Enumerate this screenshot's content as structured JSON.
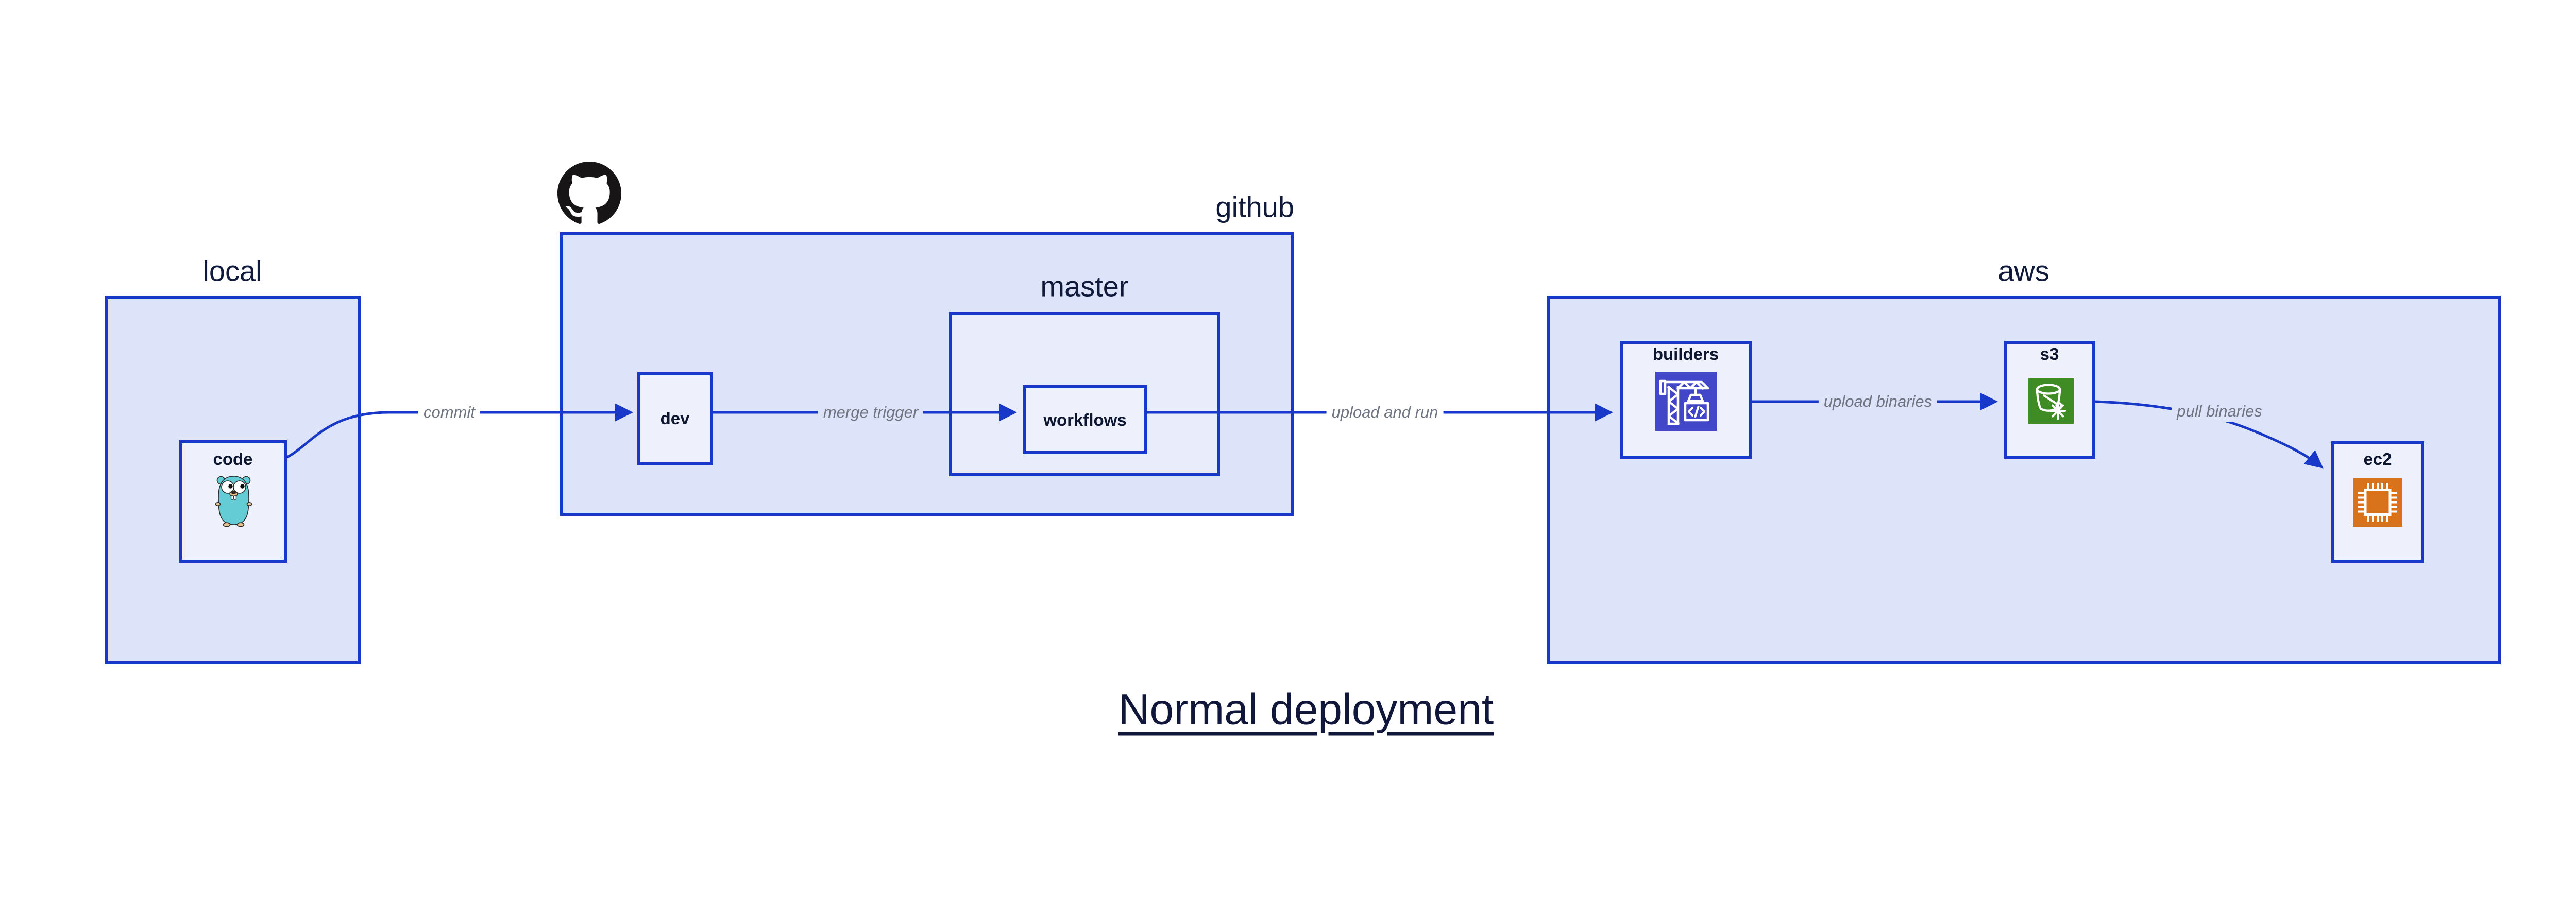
{
  "diagram": {
    "title": "Normal deployment",
    "sections": {
      "local": {
        "label": "local"
      },
      "github": {
        "label": "github"
      },
      "master": {
        "label": "master"
      },
      "aws": {
        "label": "aws"
      }
    },
    "nodes": {
      "code": {
        "label": "code",
        "icon": "go-gopher-icon"
      },
      "dev": {
        "label": "dev"
      },
      "workflows": {
        "label": "workflows"
      },
      "builders": {
        "label": "builders",
        "icon": "crane-icon"
      },
      "s3": {
        "label": "s3",
        "icon": "bucket-icon"
      },
      "ec2": {
        "label": "ec2",
        "icon": "chip-icon"
      }
    },
    "edges": {
      "commit": {
        "label": "commit",
        "from": "code",
        "to": "dev"
      },
      "merge_trigger": {
        "label": "merge trigger",
        "from": "dev",
        "to": "workflows"
      },
      "upload_and_run": {
        "label": "upload and run",
        "from": "workflows",
        "to": "builders"
      },
      "upload_binaries": {
        "label": "upload binaries",
        "from": "builders",
        "to": "s3"
      },
      "pull_binaries": {
        "label": "pull binaries",
        "from": "s3",
        "to": "ec2"
      }
    },
    "colors": {
      "stroke_blue": "#1738c8",
      "section_fill": "#dde3f8",
      "master_fill": "#e8ecfb",
      "node_fill": "#eef1fc",
      "edge_label_gray": "#6e7480",
      "text_navy": "#101a3c",
      "github_logo_black": "#171515",
      "builders_icon_indigo": "#4247c9",
      "s3_icon_green": "#3f8b24",
      "ec2_icon_orange": "#d9731b",
      "gopher_teal": "#63ccd5"
    }
  }
}
